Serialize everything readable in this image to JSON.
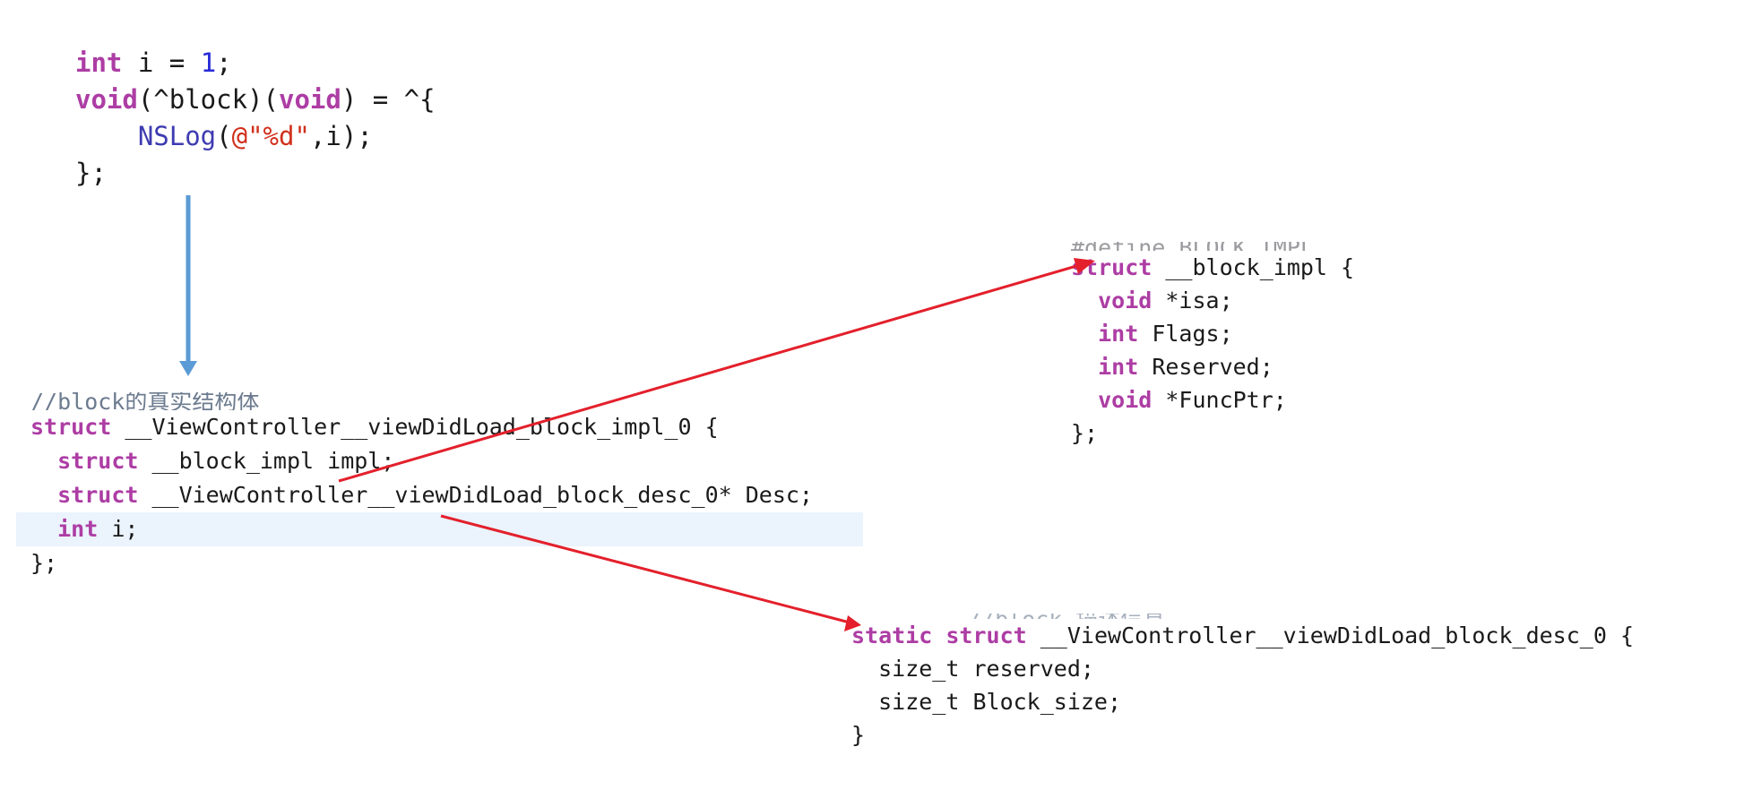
{
  "source_snippet": {
    "line1": {
      "kw": "int",
      "mid": " i = ",
      "num": "1",
      "end": ";"
    },
    "line2": {
      "kw1": "void",
      "mid1": "(^block)(",
      "kw2": "void",
      "end": ") = ^{"
    },
    "line3": {
      "indent": "    ",
      "fn": "NSLog",
      "open": "(",
      "str": "@\"%d\"",
      "end": ",i);"
    },
    "line4": "};"
  },
  "block_struct": {
    "comment": "//block的真实结构体",
    "line1": {
      "kw": "struct",
      "rest": " __ViewController__viewDidLoad_block_impl_0 {"
    },
    "line2": {
      "indent": "  ",
      "kw": "struct",
      "rest": " __block_impl impl;"
    },
    "line3": {
      "indent": "  ",
      "kw": "struct",
      "rest": " __ViewController__viewDidLoad_block_desc_0* Desc;"
    },
    "line4": {
      "indent": "  ",
      "kw": "int",
      "rest": " i;"
    },
    "line5": "};"
  },
  "block_impl": {
    "define": "#define BLOCK_IMPL",
    "line1": {
      "kw": "struct",
      "rest": " __block_impl {"
    },
    "line2": {
      "indent": "  ",
      "kw": "void",
      "rest": " *isa;"
    },
    "line3": {
      "indent": "  ",
      "kw": "int",
      "rest": " Flags;"
    },
    "line4": {
      "indent": "  ",
      "kw": "int",
      "rest": " Reserved;"
    },
    "line5": {
      "indent": "  ",
      "kw": "void",
      "rest": " *FuncPtr;"
    },
    "line6": "};"
  },
  "desc_struct": {
    "comment": "//block 描述信息",
    "line1": {
      "kw1": "static",
      "sp": " ",
      "kw2": "struct",
      "rest": " __ViewController__viewDidLoad_block_desc_0 {"
    },
    "line2": "  size_t reserved;",
    "line3": "  size_t Block_size;",
    "line4": "}"
  },
  "colors": {
    "keyword": "#ad3da4",
    "function": "#3e3bb1",
    "string": "#d12f1b",
    "number": "#272ad8",
    "highlight": "#ebf3fd",
    "arrow_blue": "#5b9bd5",
    "arrow_red": "#e3202b"
  }
}
